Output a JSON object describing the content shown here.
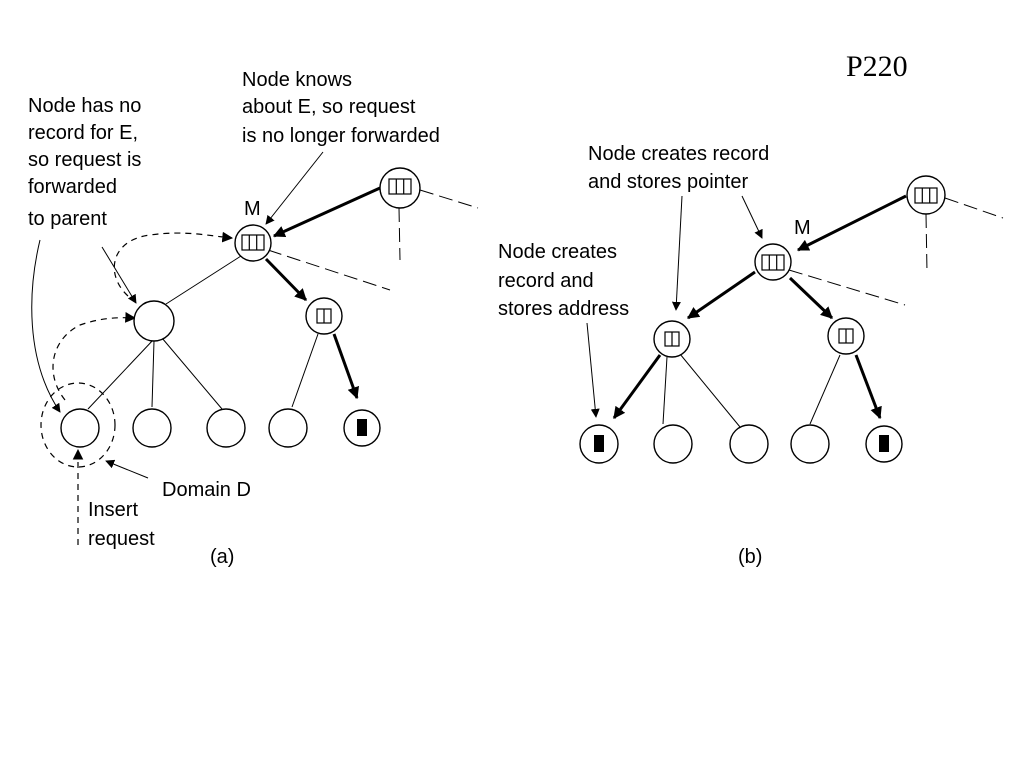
{
  "page_number": "P220",
  "panel_a": {
    "caption": "(a)",
    "node_label_m": "M",
    "callout_no_record": [
      "Node has no",
      "record for E,",
      "so request is",
      "forwarded",
      "to parent"
    ],
    "callout_knows": [
      "Node knows",
      "about E, so request",
      "is no longer forwarded"
    ],
    "domain_label": "Domain D",
    "insert_label": [
      "Insert",
      "request"
    ]
  },
  "panel_b": {
    "caption": "(b)",
    "node_label_m": "M",
    "callout_pointer": [
      "Node creates record",
      "and stores pointer"
    ],
    "callout_address": [
      "Node creates",
      "record and",
      "stores address"
    ]
  }
}
